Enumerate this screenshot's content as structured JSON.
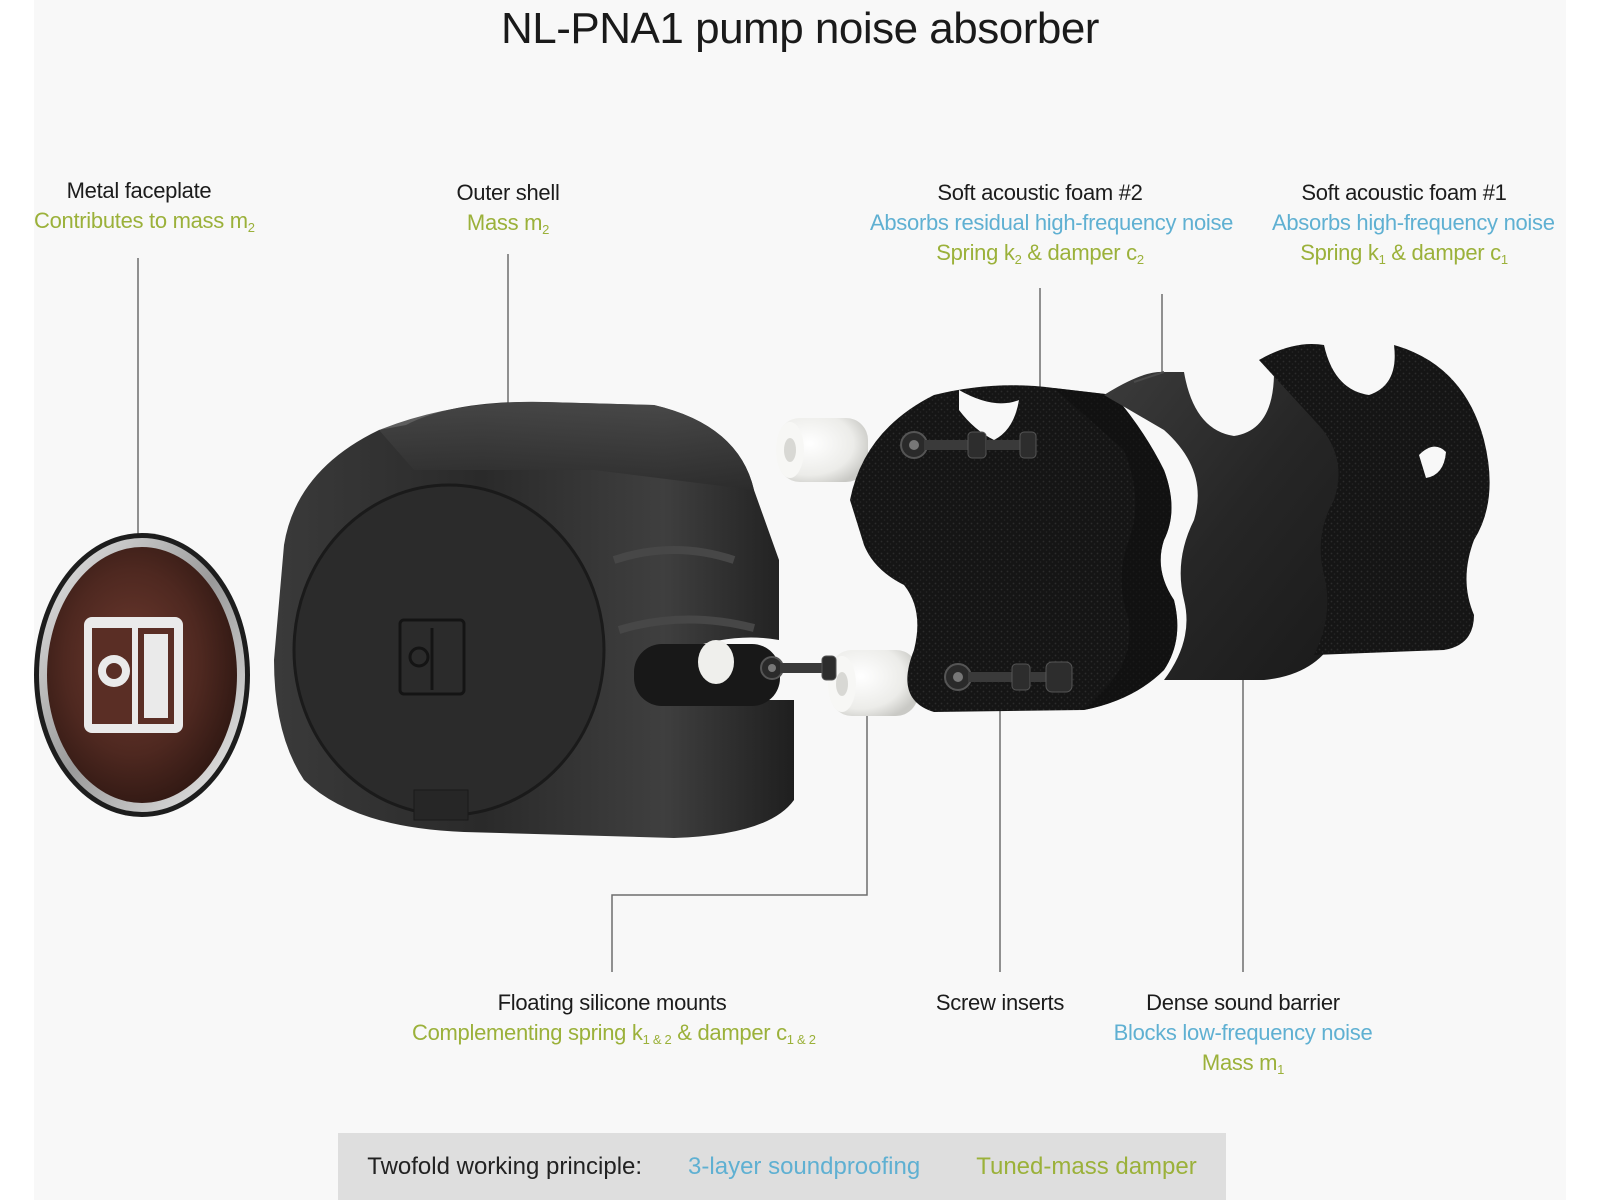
{
  "title": "NL-PNA1 pump noise absorber",
  "labels": {
    "metal_faceplate": {
      "name": "Metal faceplate",
      "detail_prefix": "Contributes to mass m",
      "detail_sub": "2"
    },
    "outer_shell": {
      "name": "Outer shell",
      "detail_prefix": "Mass m",
      "detail_sub": "2"
    },
    "foam2": {
      "name": "Soft acoustic foam #2",
      "function": "Absorbs residual high-frequency noise",
      "spring_prefix": "Spring k",
      "spring_sub": "2",
      "spring_mid": " & damper c",
      "damper_sub": "2"
    },
    "foam1": {
      "name": "Soft acoustic foam #1",
      "function": "Absorbs high-frequency noise",
      "spring_prefix": "Spring k",
      "spring_sub": "1",
      "spring_mid": " & damper c",
      "damper_sub": "1"
    },
    "silicone_mounts": {
      "name": "Floating silicone mounts",
      "spring_prefix": "Complementing spring k",
      "spring_sub": "1 & 2",
      "spring_mid": " & damper c",
      "damper_sub": "1 & 2"
    },
    "screw_inserts": {
      "name": "Screw inserts"
    },
    "sound_barrier": {
      "name": "Dense sound barrier",
      "function": "Blocks low-frequency noise",
      "mass_prefix": "Mass m",
      "mass_sub": "1"
    }
  },
  "principle": {
    "lead": "Twofold working principle:",
    "item1": "3-layer soundproofing",
    "item2": "Tuned-mass damper"
  },
  "colors": {
    "green": "#9bb13a",
    "blue": "#5fb0d2",
    "faceplate_brown": "#5a2e25"
  }
}
